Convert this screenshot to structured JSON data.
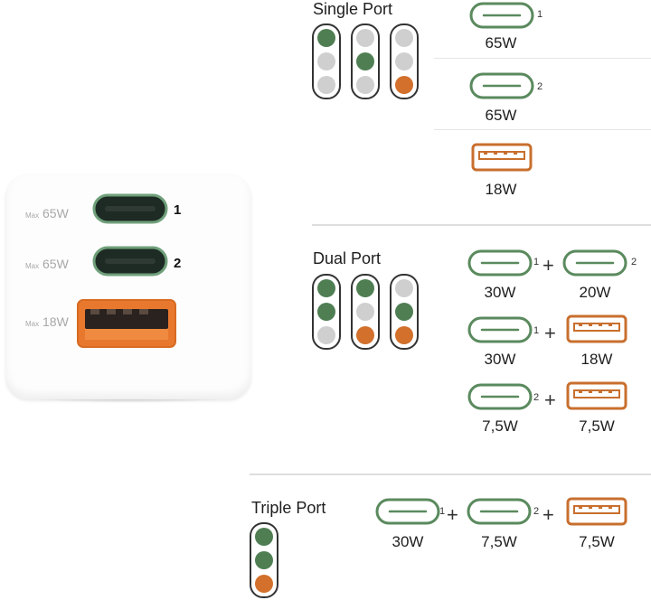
{
  "charger": {
    "ports": [
      {
        "max_prefix": "Max",
        "max_value": "65W",
        "number": "1",
        "type": "usb-c"
      },
      {
        "max_prefix": "Max",
        "max_value": "65W",
        "number": "2",
        "type": "usb-c"
      },
      {
        "max_prefix": "Max",
        "max_value": "18W",
        "number": "",
        "type": "usb-a"
      }
    ]
  },
  "colors": {
    "usb_c_outline": "#5a8a5e",
    "usb_a_outline": "#c86f2e",
    "led_green": "#4f7e53",
    "led_grey": "#cfcfcf",
    "led_orange": "#d2702c",
    "charger_usb_a_fill": "#e8782e"
  },
  "single_port": {
    "title": "Single Port",
    "indicators": [
      [
        "green",
        "grey",
        "grey"
      ],
      [
        "grey",
        "green",
        "grey"
      ],
      [
        "grey",
        "grey",
        "orange"
      ]
    ],
    "options": [
      {
        "port": "usb-c",
        "port_number": "1",
        "wattage": "65W"
      },
      {
        "port": "usb-c",
        "port_number": "2",
        "wattage": "65W"
      },
      {
        "port": "usb-a",
        "port_number": "",
        "wattage": "18W"
      }
    ]
  },
  "dual_port": {
    "title": "Dual Port",
    "indicators": [
      [
        "green",
        "green",
        "grey"
      ],
      [
        "green",
        "grey",
        "orange"
      ],
      [
        "grey",
        "green",
        "orange"
      ]
    ],
    "rows": [
      {
        "left": {
          "port": "usb-c",
          "port_number": "1",
          "wattage": "30W"
        },
        "plus": "+",
        "right": {
          "port": "usb-c",
          "port_number": "2",
          "wattage": "20W"
        }
      },
      {
        "left": {
          "port": "usb-c",
          "port_number": "1",
          "wattage": "30W"
        },
        "plus": "+",
        "right": {
          "port": "usb-a",
          "port_number": "",
          "wattage": "18W"
        }
      },
      {
        "left": {
          "port": "usb-c",
          "port_number": "2",
          "wattage": "7,5W"
        },
        "plus": "+",
        "right": {
          "port": "usb-a",
          "port_number": "",
          "wattage": "7,5W"
        }
      }
    ]
  },
  "triple_port": {
    "title": "Triple Port",
    "indicator": [
      "green",
      "green",
      "orange"
    ],
    "items": [
      {
        "port": "usb-c",
        "port_number": "1",
        "wattage": "30W"
      },
      {
        "port": "usb-c",
        "port_number": "2",
        "wattage": "7,5W"
      },
      {
        "port": "usb-a",
        "port_number": "",
        "wattage": "7,5W"
      }
    ],
    "plus": "+"
  }
}
